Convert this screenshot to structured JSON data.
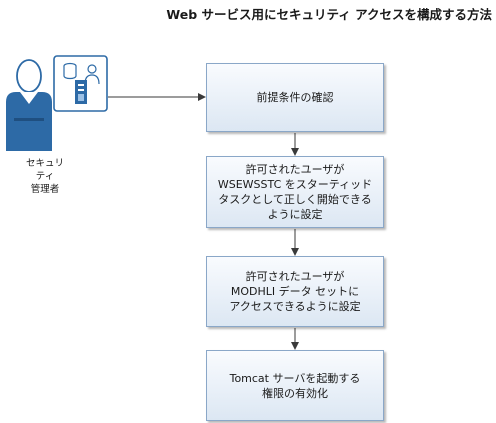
{
  "title": "Web サービス用にセキュリティ アクセスを構成する方法",
  "role": {
    "label": "セキュリティ\n管理者",
    "icon": "security-admin-person-icon"
  },
  "steps": [
    {
      "text": "前提条件の確認"
    },
    {
      "text": "許可されたユーザが\nWSEWSSTC をスターティッド\nタスクとして正しく開始できる\nように設定"
    },
    {
      "text": "許可されたユーザが\nMODHLI データ セットに\nアクセスできるように設定"
    },
    {
      "text": "Tomcat サーバを起動する\n権限の有効化"
    }
  ],
  "colors": {
    "box_border": "#8aa7c8",
    "box_fill_top": "#f9fbfe",
    "box_fill_bottom": "#dce7f3",
    "person_blue": "#2d6aa6",
    "arrow": "#3a3a3a"
  }
}
